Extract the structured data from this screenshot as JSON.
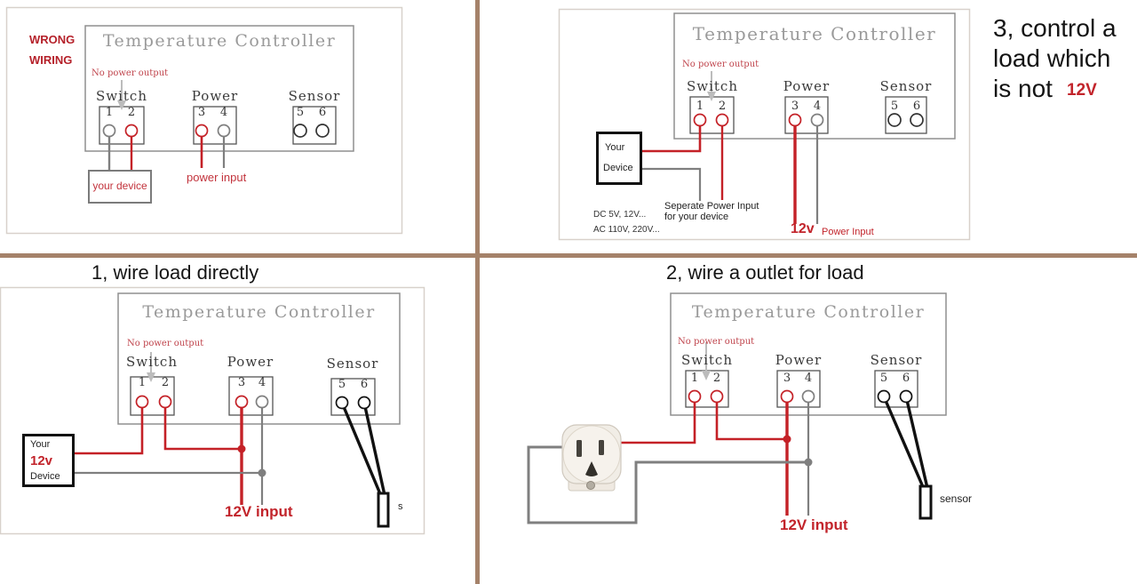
{
  "colors": {
    "wire_red": "#c42127",
    "wire_gray": "#7f7f7f",
    "sensor_wire_black": "#111111",
    "divider_brown": "#a5826a",
    "accent_red": "#c2242b",
    "title_gray": "#9a9a9a"
  },
  "controller": {
    "title": "Temperature Controller",
    "warning": "No power output",
    "groups": [
      {
        "label": "Switch",
        "terminals": [
          "1",
          "2"
        ]
      },
      {
        "label": "Power",
        "terminals": [
          "3",
          "4"
        ]
      },
      {
        "label": "Sensor",
        "terminals": [
          "5",
          "6"
        ]
      }
    ]
  },
  "wrong_wiring": {
    "label_line1": "WRONG",
    "label_line2": "WIRING",
    "device_label": "your device",
    "power_input_label": "power input"
  },
  "method1": {
    "heading": "1, wire load directly",
    "device": {
      "line1": "Your",
      "line2": "12v",
      "line3": "Device"
    },
    "power_label": "12V input",
    "sensor_partial": "s"
  },
  "method2": {
    "heading": "2, wire a outlet for load",
    "power_label": "12V input",
    "sensor_label": "sensor"
  },
  "method3": {
    "heading_line1": "3, control a",
    "heading_line2": "load which",
    "heading_line3": "is not",
    "heading_highlight": "12V",
    "device": {
      "line1": "Your",
      "line2": "Device"
    },
    "separate_label_line1": "Seperate Power Input",
    "separate_label_line2": "for your device",
    "dc_label": "DC 5V, 12V...",
    "ac_label": "AC 110V, 220V...",
    "power_value": "12v",
    "power_input_label": "Power Input"
  }
}
